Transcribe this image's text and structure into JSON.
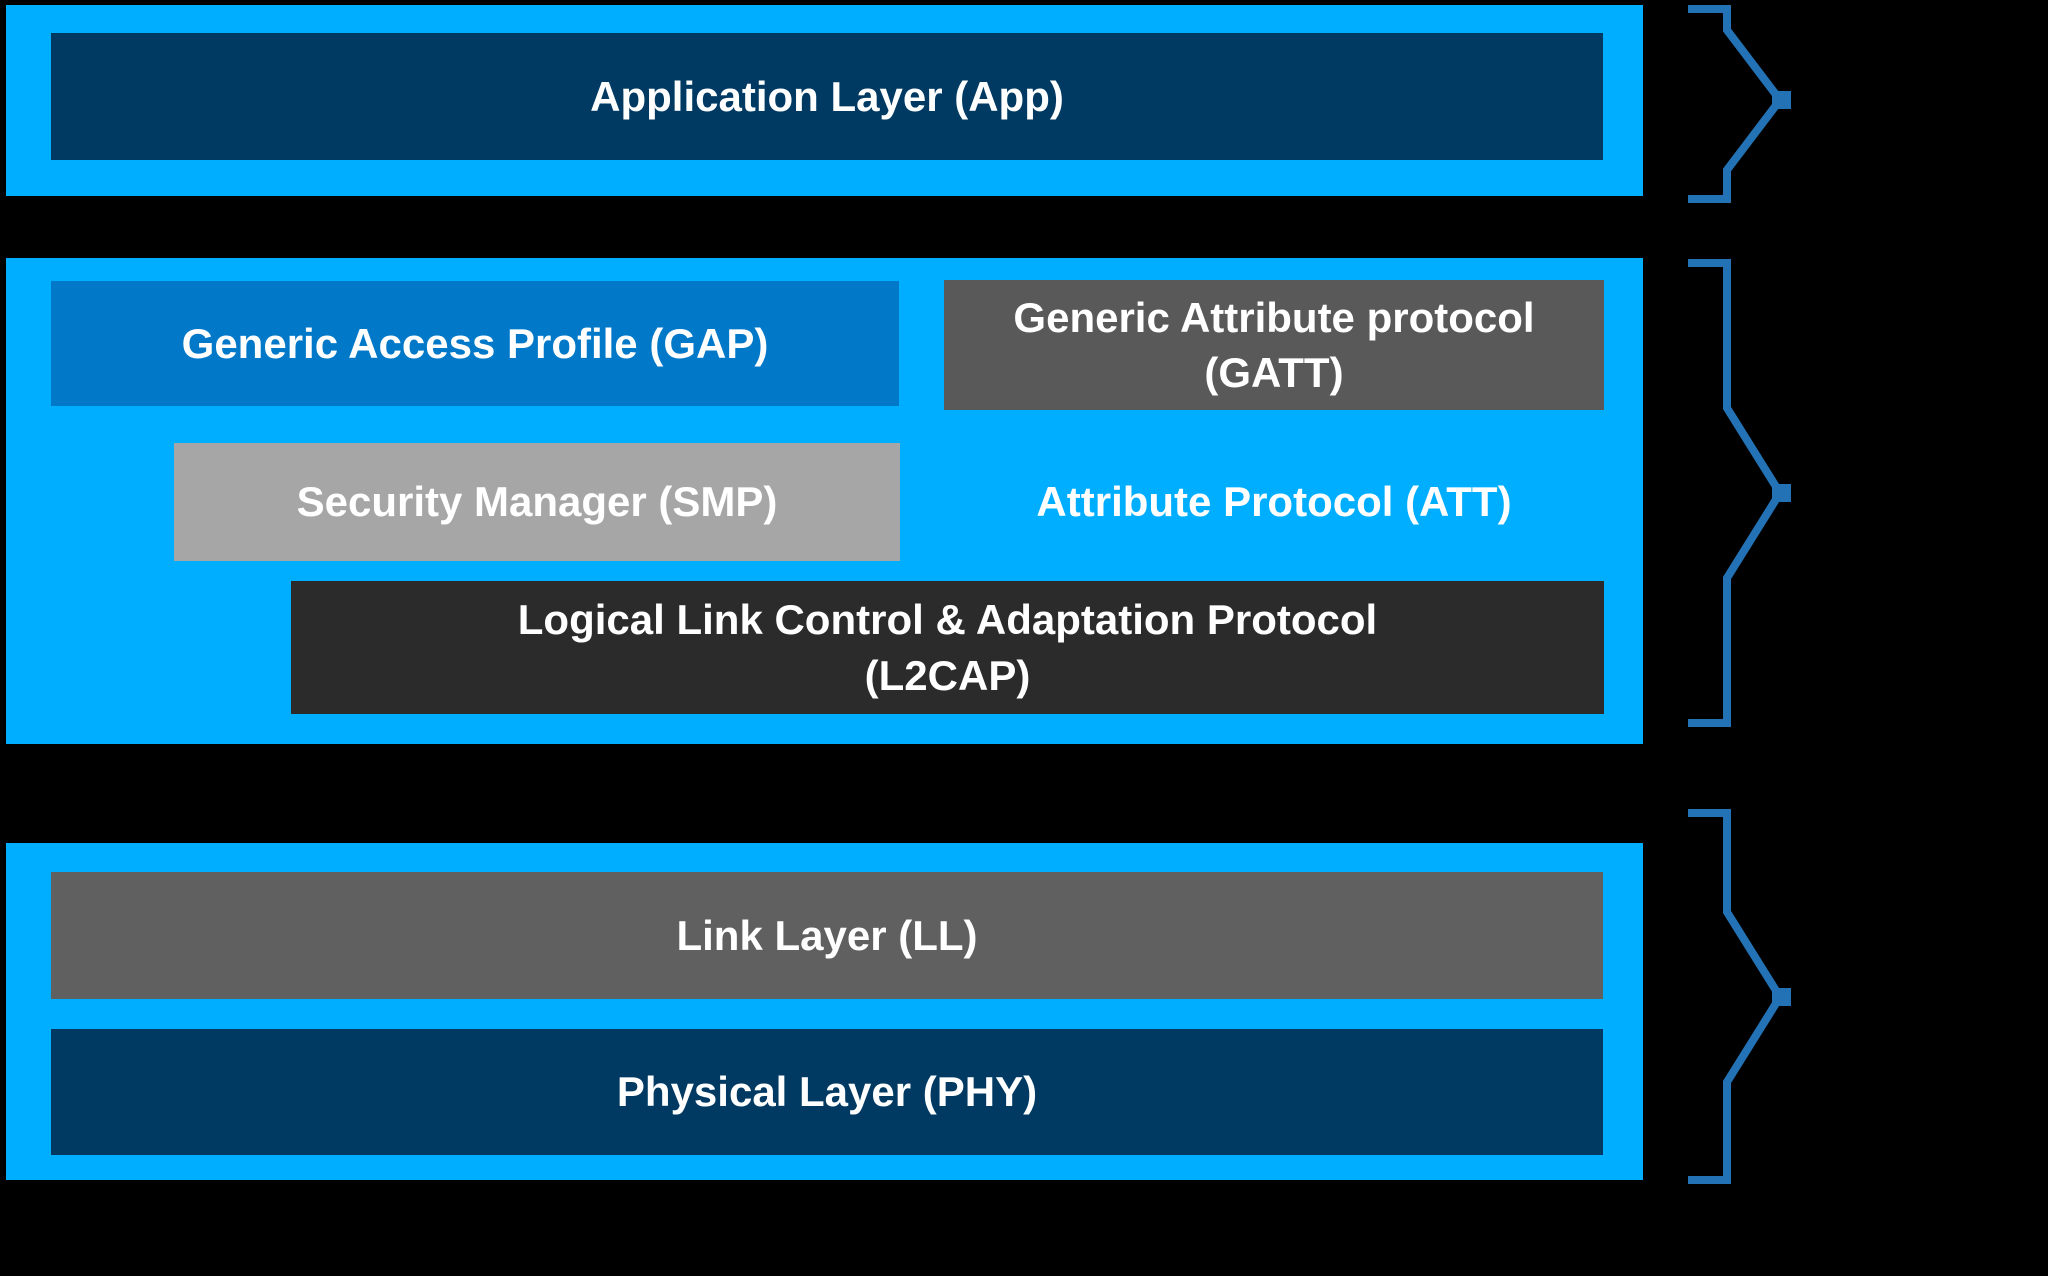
{
  "diagram_title": "",
  "colors": {
    "canvas_bg": "#000000",
    "section_bg": "#00AEFF",
    "app_box_bg": "#003A63",
    "gap_box_bg": "#0279C8",
    "gatt_box_bg": "#595959",
    "smp_box_bg": "#A6A6A6",
    "l2cap_box_bg": "#2B2B2B",
    "ll_box_bg": "#606060",
    "phy_box_bg": "#003A63",
    "brace": "#2272B5",
    "label_text": "#FFFFFF"
  },
  "icons": {
    "brace": "angular-right-pointing-brace"
  },
  "boxes": {
    "app": {
      "label": "Application Layer (App)"
    },
    "gap": {
      "label": "Generic Access Profile (GAP)"
    },
    "gatt": {
      "line1": "Generic Attribute protocol",
      "line2": "(GATT)"
    },
    "smp": {
      "label": "Security Manager (SMP)"
    },
    "att": {
      "label": "Attribute Protocol (ATT)"
    },
    "l2cap": {
      "line1": "Logical Link Control & Adaptation Protocol",
      "line2": "(L2CAP)"
    },
    "ll": {
      "label": "Link Layer (LL)"
    },
    "phy": {
      "label": "Physical Layer (PHY)"
    }
  },
  "braces": [
    {
      "section": "top"
    },
    {
      "section": "middle"
    },
    {
      "section": "bottom"
    }
  ]
}
